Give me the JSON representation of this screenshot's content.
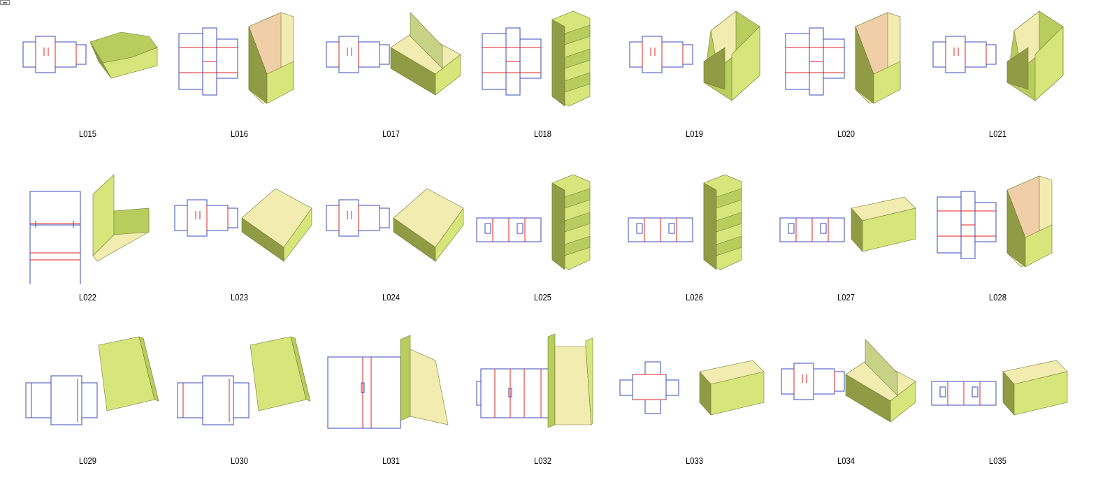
{
  "page": {
    "background": "#ffffff"
  },
  "colors": {
    "cut_line": "#3a4bb8",
    "fold_line": "#e02020",
    "panel_light": "#d6e67a",
    "panel_mid": "#b9cc5e",
    "panel_dark": "#8f9c45",
    "panel_cream": "#f3ecb0",
    "panel_peach": "#f0cfa8"
  },
  "corner_icon": "broken-image-icon",
  "items": [
    {
      "code": "L015",
      "variant": "lowbox"
    },
    {
      "code": "L016",
      "variant": "tall-back"
    },
    {
      "code": "L017",
      "variant": "tray-divider"
    },
    {
      "code": "L018",
      "variant": "tiers"
    },
    {
      "code": "L019",
      "variant": "step"
    },
    {
      "code": "L020",
      "variant": "tall-back"
    },
    {
      "code": "L021",
      "variant": "shelf"
    },
    {
      "code": "L022",
      "variant": "l-shape"
    },
    {
      "code": "L023",
      "variant": "tray"
    },
    {
      "code": "L024",
      "variant": "tray-long"
    },
    {
      "code": "L025",
      "variant": "tower"
    },
    {
      "code": "L026",
      "variant": "tower"
    },
    {
      "code": "L027",
      "variant": "sleeve"
    },
    {
      "code": "L028",
      "variant": "tall-back"
    },
    {
      "code": "L029",
      "variant": "flat"
    },
    {
      "code": "L030",
      "variant": "flat"
    },
    {
      "code": "L031",
      "variant": "panel"
    },
    {
      "code": "L032",
      "variant": "trough"
    },
    {
      "code": "L033",
      "variant": "open-box"
    },
    {
      "code": "L034",
      "variant": "carrier"
    },
    {
      "code": "L035",
      "variant": "sleeve"
    }
  ]
}
